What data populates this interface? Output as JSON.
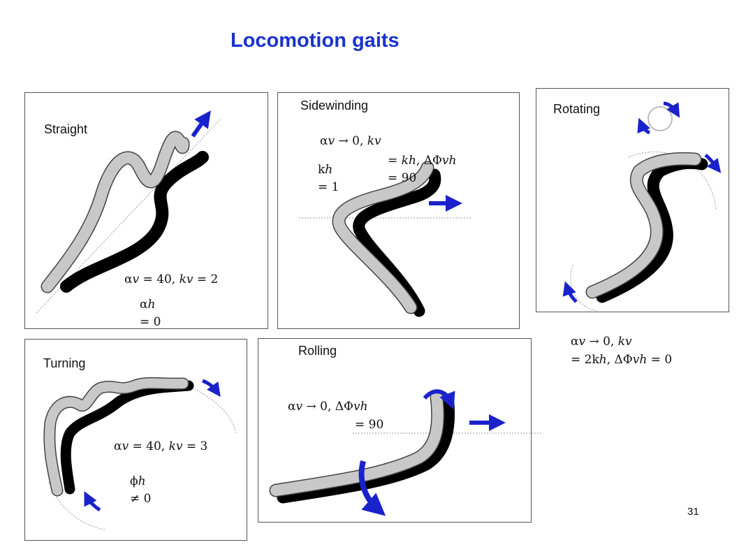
{
  "slide": {
    "title": "Locomotion gaits",
    "page_number": "31",
    "accent_color": "#1a33cc"
  },
  "panels": {
    "straight": {
      "label": "Straight",
      "eq1": "α𝑣 = 40, 𝑘𝑣 = 2",
      "eq2a": "αℎ",
      "eq2b": "= 0"
    },
    "sidewinding": {
      "label": "Sidewinding",
      "eq1a": "α𝑣 → 0, 𝑘𝑣",
      "eq1b": "= 𝑘ℎ, ΔΦ𝑣ℎ",
      "eq1c": "= 90",
      "eq2a": "kℎ",
      "eq2b": "= 1"
    },
    "rotating": {
      "label": "Rotating",
      "eq1a": "α𝑣 → 0, 𝑘𝑣",
      "eq1b": "= 2kℎ, ΔΦ𝑣ℎ = 0"
    },
    "turning": {
      "label": "Turning",
      "eq1": "α𝑣 = 40, 𝑘𝑣 = 3",
      "eq2a": "ϕℎ",
      "eq2b": "≠ 0"
    },
    "rolling": {
      "label": "Rolling",
      "eq1a": "α𝑣 → 0, ΔΦ𝑣ℎ",
      "eq1b": "= 90"
    }
  }
}
